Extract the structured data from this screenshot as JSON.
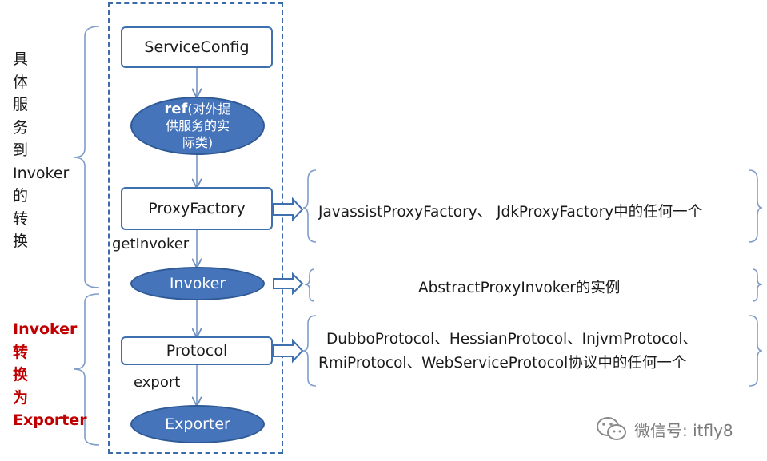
{
  "nodes": {
    "service_config": "ServiceConfig",
    "ref_bold": "ref",
    "ref_rest": "(对外提",
    "ref_line2": "供服务的实",
    "ref_line3": "际类)",
    "proxy_factory": "ProxyFactory",
    "invoker": "Invoker",
    "protocol": "Protocol",
    "exporter": "Exporter"
  },
  "edges": {
    "get_invoker": "getInvoker",
    "export": "export"
  },
  "left_labels": {
    "top_chars": [
      "具",
      "体",
      "服",
      "务",
      "到",
      "Invoker",
      "的",
      "转",
      "换"
    ],
    "bottom_chars": [
      "Invoker",
      "转",
      "换",
      "为",
      "Exporter"
    ]
  },
  "notes": {
    "proxy_factory_impls": "JavassistProxyFactory、 JdkProxyFactory中的任何一个",
    "invoker_instance": "AbstractProxyInvoker的实例",
    "protocol_line1": "DubboProtocol、HessianProtocol、InjvmProtocol、",
    "protocol_line2": "RmiProtocol、WebServiceProtocol协议中的任何一个"
  },
  "watermark": "微信号: itfly8",
  "colors": {
    "node_border": "#3e6fae",
    "ellipse_fill": "#4674bb",
    "frame": "#3b6aa8",
    "bracket": "#7e9cc8",
    "red_label": "#c00000"
  }
}
